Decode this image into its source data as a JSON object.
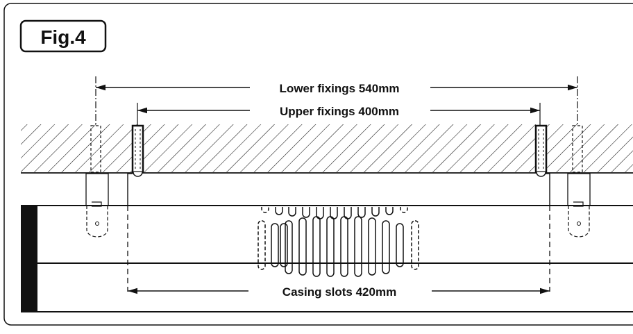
{
  "figure": {
    "label": "Fig.4"
  },
  "dimensions": {
    "lower_fixings": "Lower fixings 540mm",
    "upper_fixings": "Upper fixings 400mm",
    "casing_slots": "Casing slots 420mm"
  },
  "colors": {
    "ink": "#111111",
    "background": "#ffffff"
  }
}
